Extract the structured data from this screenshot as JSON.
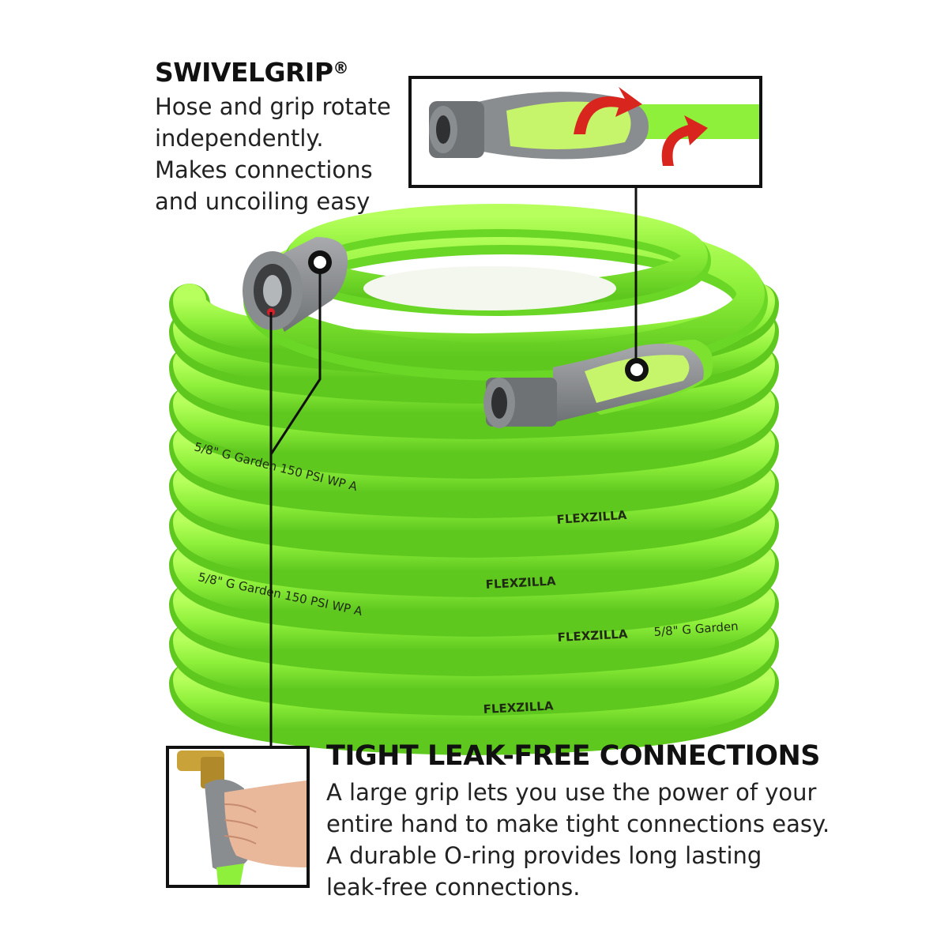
{
  "colors": {
    "hose_green": "#8ef03a",
    "hose_shadow": "#5fc81f",
    "fitting_gray": "#8a8d90",
    "ring_dark": "#2b2b2b",
    "oring_red": "#d8202a",
    "arrow_red": "#d8261f"
  },
  "swivelgrip": {
    "title": "SWIVELGRIP",
    "trademark": "®",
    "lines": [
      "Hose and grip rotate",
      "independently.",
      "Makes connections",
      "and uncoiling easy"
    ]
  },
  "tight": {
    "title": "TIGHT LEAK-FREE CONNECTIONS",
    "lines": [
      "A large grip lets you use the power of your",
      "entire hand to make tight connections easy.",
      "A durable O-ring provides long lasting",
      "leak-free connections."
    ]
  },
  "hose_print": {
    "brand": "FLEXZILLA",
    "spec_a": "5/8\" G Garden 150 PSI WP A",
    "spec_b": "5/8\" G Garden"
  },
  "icons": {
    "rotation_arrows": "rotation-arrows-icon",
    "callout_marker": "callout-dot-icon"
  }
}
